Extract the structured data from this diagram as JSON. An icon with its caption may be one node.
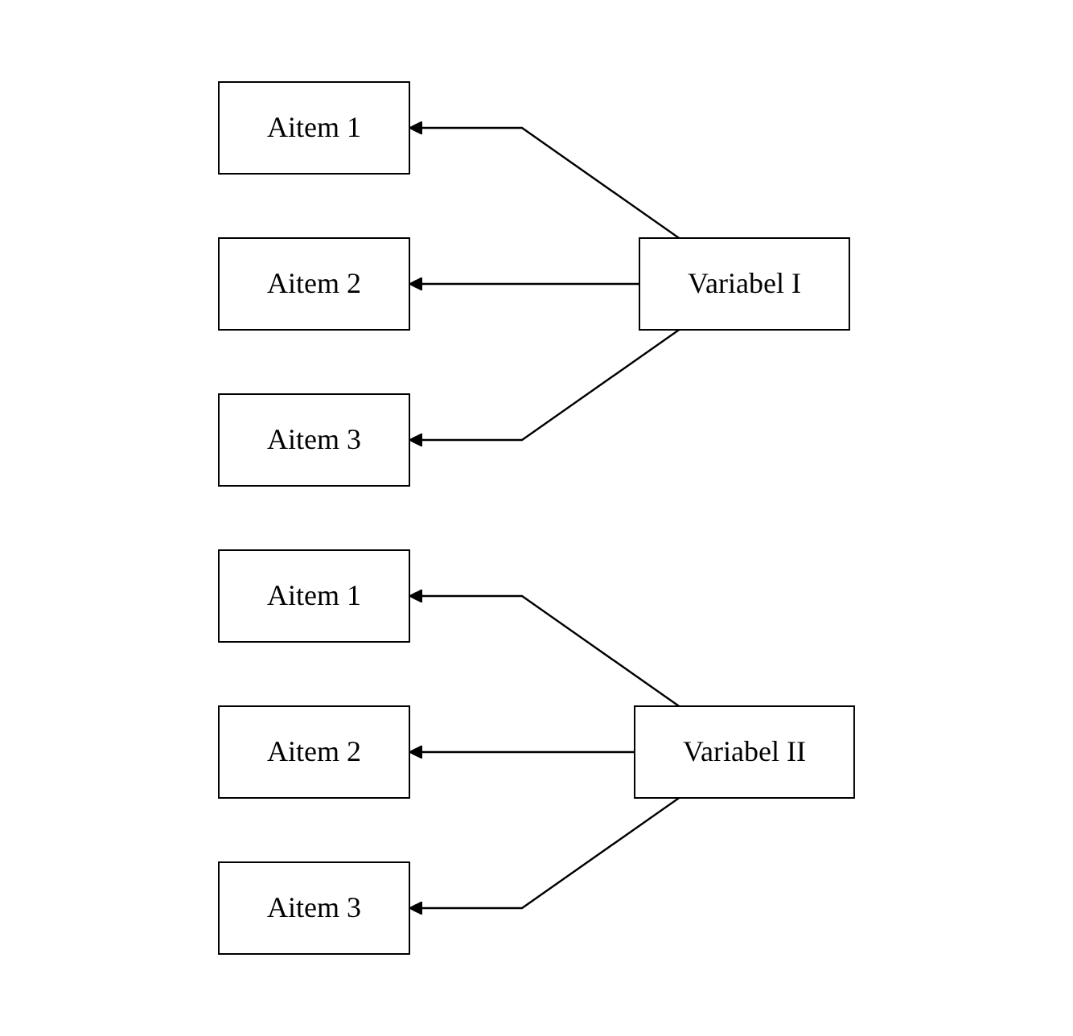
{
  "diagram": {
    "nodes": [
      {
        "text": [
          "Aitem 1"
        ]
      },
      {
        "text": [
          "Aitem 2"
        ]
      },
      {
        "text": [
          "Aitem 3"
        ]
      },
      {
        "text": [
          "Variabel I"
        ]
      },
      {
        "text": [
          "Aitem 1"
        ]
      },
      {
        "text": [
          "Aitem 2"
        ]
      },
      {
        "text": [
          "Aitem 3"
        ]
      },
      {
        "text": [
          "Variabel II"
        ]
      }
    ],
    "edges": [
      {
        "from": 3,
        "to": 0,
        "arrow": "to"
      },
      {
        "from": 3,
        "to": 1,
        "arrow": "to"
      },
      {
        "from": 3,
        "to": 2,
        "arrow": "to"
      },
      {
        "from": 7,
        "to": 4,
        "arrow": "to"
      },
      {
        "from": 7,
        "to": 5,
        "arrow": "to"
      },
      {
        "from": 7,
        "to": 6,
        "arrow": "to"
      }
    ]
  }
}
